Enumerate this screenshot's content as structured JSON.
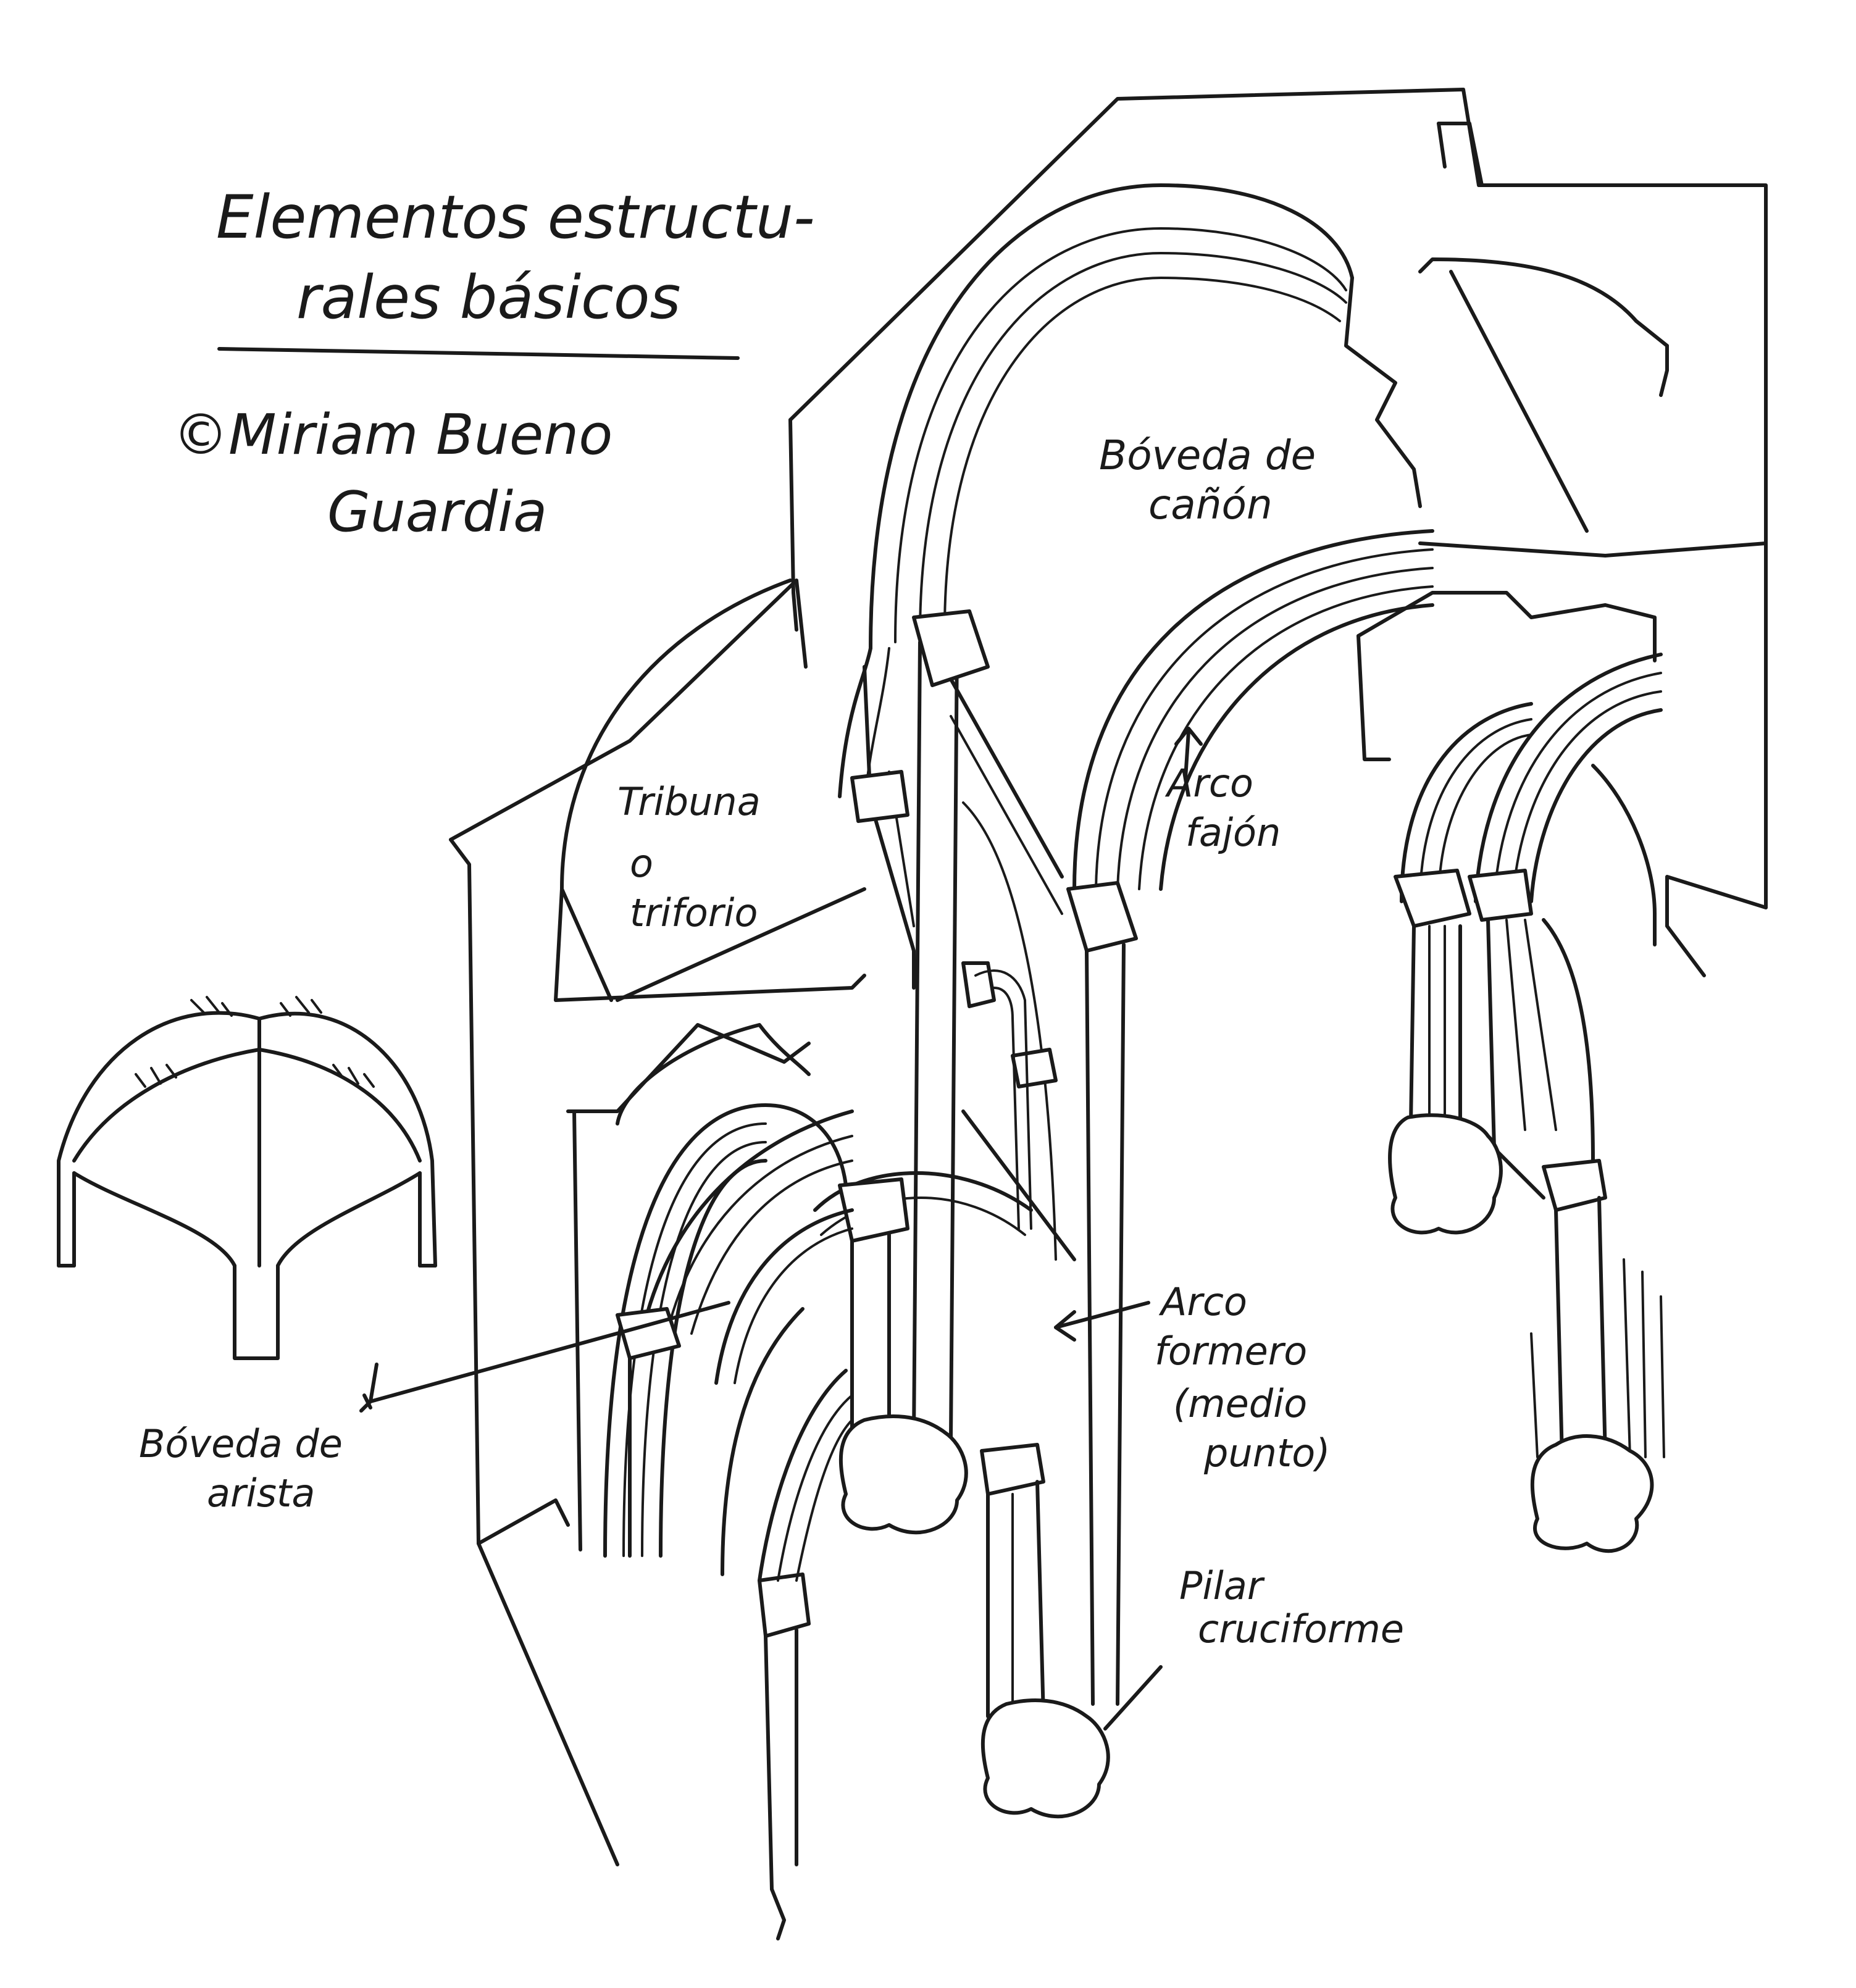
{
  "title": {
    "line1": "Elementos estructu-",
    "line2": "rales básicos"
  },
  "credit": {
    "line1": "©Miriam Bueno",
    "line2": "Guardia"
  },
  "labels": {
    "boveda_canon": [
      "Bóveda de",
      "cañón"
    ],
    "arco_fajon": [
      "Arco",
      "fajón"
    ],
    "tribuna": [
      "Tribuna",
      "o",
      "triforio"
    ],
    "arco_formero": [
      "Arco",
      "formero",
      "(medio",
      "punto)"
    ],
    "boveda_arista": [
      "Bóveda de",
      "arista"
    ],
    "pilar": [
      "Pilar",
      "cruciforme"
    ]
  },
  "colors": {
    "ink": "#1a1a1a",
    "paper": "#ffffff"
  }
}
